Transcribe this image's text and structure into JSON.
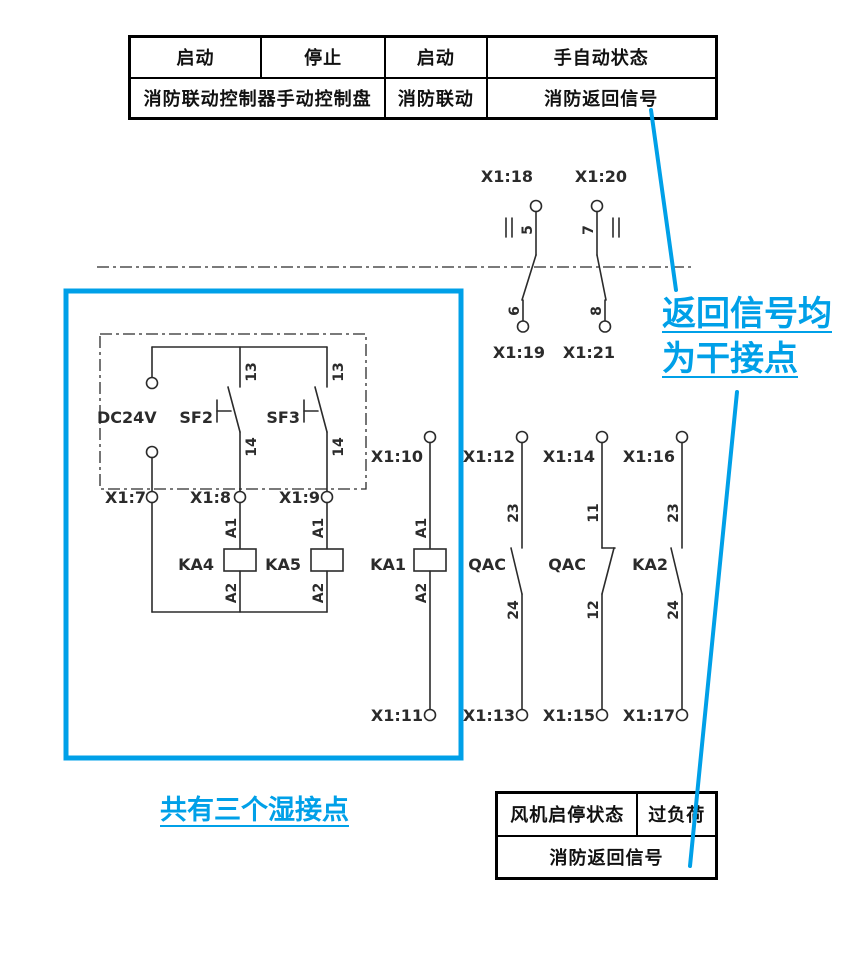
{
  "colors": {
    "accent": "#00a0e8",
    "ink": "#2b2b2b"
  },
  "top_table": {
    "row1": [
      "启动",
      "停止",
      "启动",
      "手自动状态"
    ],
    "row2": [
      "消防联动控制器手动控制盘",
      "消防联动",
      "消防返回信号"
    ]
  },
  "bottom_table": {
    "row1": [
      "风机启停状态",
      "过负荷"
    ],
    "row2": "消防返回信号"
  },
  "annotations": {
    "dry_line1": "返回信号均",
    "dry_line2": "为干接点",
    "wet": "共有三个湿接点"
  },
  "circuit": {
    "power_label": "DC24V",
    "terminals": {
      "x1_7": "X1:7",
      "x1_8": "X1:8",
      "x1_9": "X1:9",
      "x1_10": "X1:10",
      "x1_11": "X1:11",
      "x1_12": "X1:12",
      "x1_13": "X1:13",
      "x1_14": "X1:14",
      "x1_15": "X1:15",
      "x1_16": "X1:16",
      "x1_17": "X1:17",
      "x1_18": "X1:18",
      "x1_19": "X1:19",
      "x1_20": "X1:20",
      "x1_21": "X1:21"
    },
    "devices": {
      "sf2": "SF2",
      "sf3": "SF3",
      "ka4": "KA4",
      "ka5": "KA5",
      "ka1": "KA1",
      "qac1": "QAC",
      "qac2": "QAC",
      "ka2": "KA2"
    },
    "pins": {
      "c5": "5",
      "c6": "6",
      "c7": "7",
      "c8": "8",
      "no13": "13",
      "no14": "14",
      "no23": "23",
      "no24": "24",
      "nc11": "11",
      "nc12": "12",
      "a1": "A1",
      "a2": "A2"
    }
  }
}
